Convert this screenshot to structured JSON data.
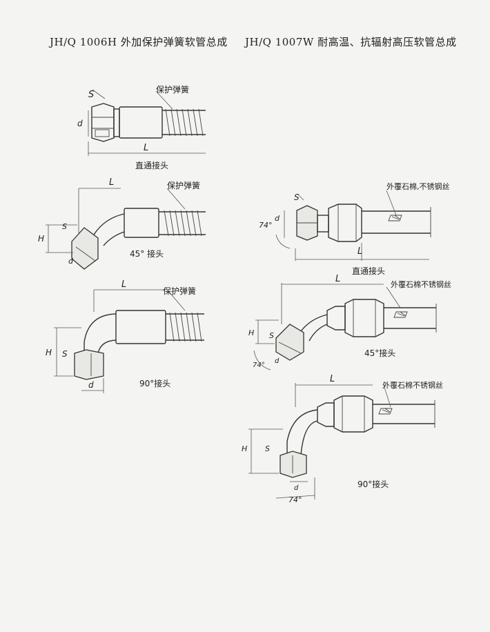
{
  "titles": {
    "left": "JH/Q 1006H 外加保护弹簧软管总成",
    "right": "JH/Q 1007W 耐高温、抗辐射高压软管总成"
  },
  "left_column": {
    "fig1": {
      "spring_label": "保护弹簧",
      "s": "S",
      "d": "d",
      "l": "L",
      "caption": "直通接头"
    },
    "fig2": {
      "spring_label": "保护弹簧",
      "s": "S",
      "d": "d",
      "h": "H",
      "l": "L",
      "caption": "45° 接头"
    },
    "fig3": {
      "spring_label": "保护弹簧",
      "s": "S",
      "d": "d",
      "h": "H",
      "l": "L",
      "caption": "90°接头"
    }
  },
  "right_column": {
    "fig1": {
      "hose_label": "外覆石棉,不锈钢丝",
      "s": "S",
      "d": "d",
      "l": "L",
      "angle": "74°",
      "caption": "直通接头"
    },
    "fig2": {
      "hose_label": "外覆石棉不锈钢丝",
      "s": "S",
      "d": "d",
      "h": "H",
      "l": "L",
      "angle": "74°",
      "caption": "45°接头"
    },
    "fig3": {
      "hose_label": "外覆石棉不锈钢丝",
      "s": "S",
      "d": "d",
      "h": "H",
      "l": "L",
      "angle": "74°",
      "caption": "90°接头"
    }
  }
}
